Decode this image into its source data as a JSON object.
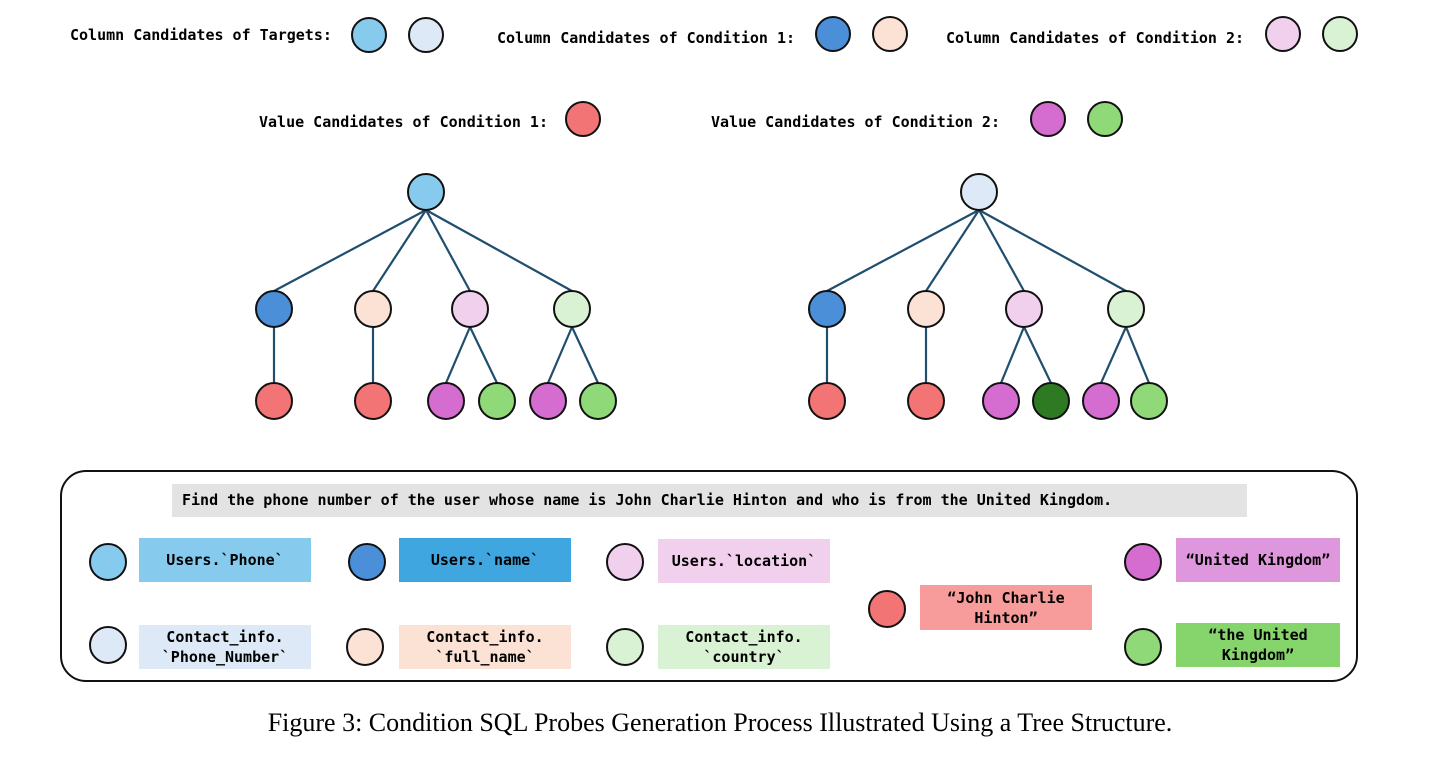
{
  "colors": {
    "target_1": "#86cbee",
    "target_2": "#dde9f6",
    "cond1_col_1": "#4a8fd8",
    "cond1_col_2": "#fbe2d4",
    "cond2_col_1": "#f1d0ee",
    "cond2_col_2": "#daf2d4",
    "cond1_val_1": "#f27474",
    "cond2_val_1": "#d56ccf",
    "cond2_val_2": "#8fd979",
    "cond2_val_dark": "#2e7a23",
    "tree_edge": "#1f4e6e"
  },
  "legend": {
    "targets_label": "Column Candidates of Targets:",
    "cond1_label": "Column Candidates of Condition 1:",
    "cond2_label": "Column Candidates of Condition 2:",
    "val1_label": "Value Candidates of Condition 1:",
    "val2_label": "Value Candidates of Condition 2:"
  },
  "panel": {
    "question": "Find the phone number of the user whose name is John Charlie Hinton and who is from the United Kingdom.",
    "labels": {
      "users_phone": "Users.`Phone`",
      "contact_phone": "Contact_info.\n`Phone_Number`",
      "users_name": "Users.`name`",
      "contact_full_name": "Contact_info.\n`full_name`",
      "users_location": "Users.`location`",
      "contact_country": "Contact_info.\n`country`",
      "john": "“John Charlie\nHinton”",
      "uk": "“United Kingdom”",
      "the_uk": "“the United\nKingdom”"
    },
    "label_colors": {
      "users_phone": "#86cbee",
      "contact_phone": "#dde9f6",
      "users_name": "#3fa6e0",
      "contact_full_name": "#fbe2d4",
      "users_location": "#f1d0ee",
      "contact_country": "#daf2d4",
      "john": "#f79c9a",
      "uk": "#de96dc",
      "the_uk": "#86d46c"
    }
  },
  "caption": "Figure 3: Condition SQL Probes Generation Process Illustrated Using a Tree Structure."
}
